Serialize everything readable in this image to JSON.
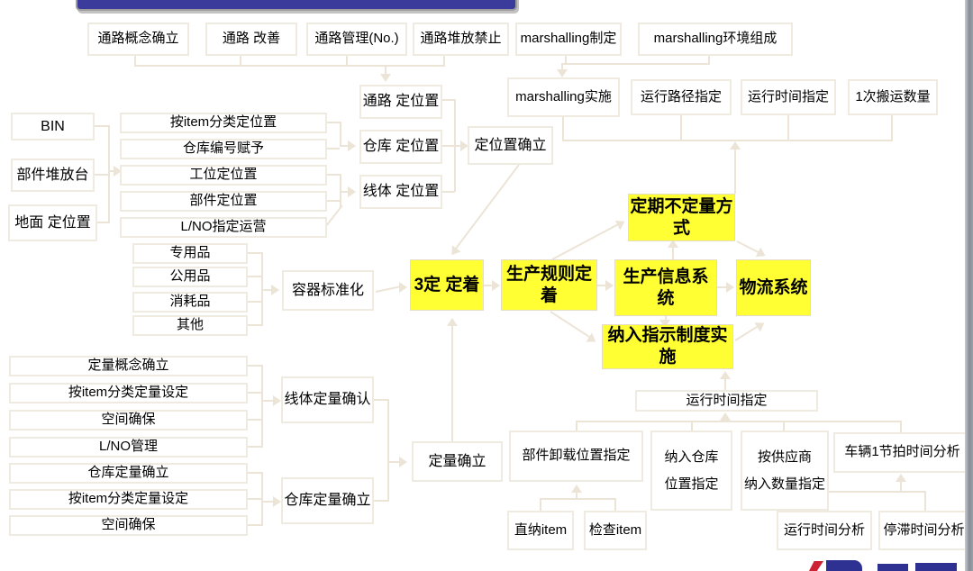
{
  "diagram_title": "",
  "colors": {
    "highlight_yellow": "#ffff33",
    "box_border": "#f0ebe0",
    "connector": "#ece4d6",
    "title_bar": "#3b3b9b",
    "logo_navy": "#2e3191",
    "logo_red": "#cc2233"
  },
  "nodes": [
    {
      "label": "通路概念确立"
    },
    {
      "label": "通路 改善"
    },
    {
      "label": "通路管理(No.)"
    },
    {
      "label": "通路堆放禁止"
    },
    {
      "label": "marshalling制定"
    },
    {
      "label": "marshalling环境组成"
    },
    {
      "label": "通路 定位置"
    },
    {
      "label": "marshalling实施"
    },
    {
      "label": "运行路径指定"
    },
    {
      "label": "运行时间指定"
    },
    {
      "label": "1次搬运数量"
    },
    {
      "label": "BIN"
    },
    {
      "label": "部件堆放台"
    },
    {
      "label": "地面 定位置"
    },
    {
      "label": "按item分类定位置"
    },
    {
      "label": "仓库编号赋予"
    },
    {
      "label": "工位定位置"
    },
    {
      "label": "部件定位置"
    },
    {
      "label": "L/NO指定运营"
    },
    {
      "label": "仓库 定位置"
    },
    {
      "label": "线体 定位置"
    },
    {
      "label": "定位置确立"
    },
    {
      "label": "专用品"
    },
    {
      "label": "公用品"
    },
    {
      "label": "消耗品"
    },
    {
      "label": "其他"
    },
    {
      "label": "容器标准化"
    },
    {
      "label": "3定 定着"
    },
    {
      "label": "生产规则定着"
    },
    {
      "label": "生产信息系统"
    },
    {
      "label": "物流系统"
    },
    {
      "label": "定期不定量方式"
    },
    {
      "label": "纳入指示制度实施"
    },
    {
      "label": "定量概念确立"
    },
    {
      "label": "按item分类定量设定"
    },
    {
      "label": "空间确保"
    },
    {
      "label": "L/NO管理"
    },
    {
      "label": "仓库定量确立"
    },
    {
      "label": "按item分类定量设定"
    },
    {
      "label": "空间确保"
    },
    {
      "label": "线体定量确认"
    },
    {
      "label": "仓库定量确立"
    },
    {
      "label": "定量确立"
    },
    {
      "label": "运行时间指定"
    },
    {
      "label": "部件卸载位置指定"
    },
    {
      "label": "纳入仓库\n位置指定"
    },
    {
      "label": "按供应商\n纳入数量指定"
    },
    {
      "label": "车辆1节拍时间分析"
    },
    {
      "label": "直纳item"
    },
    {
      "label": "检查item"
    },
    {
      "label": "运行时间分析"
    },
    {
      "label": "停滞时间分析"
    }
  ]
}
